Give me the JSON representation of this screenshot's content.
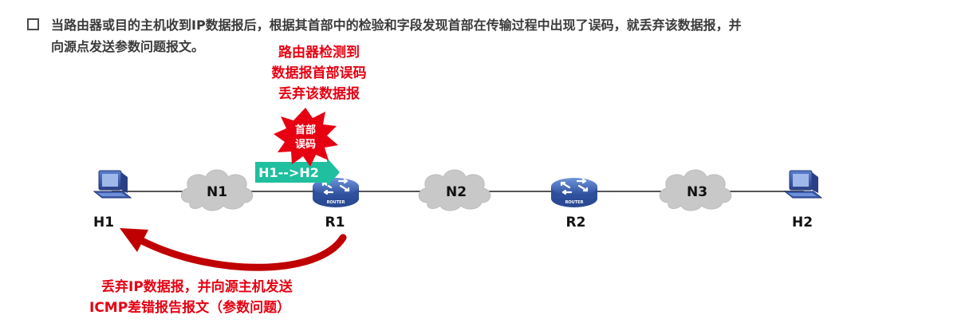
{
  "intro": {
    "line1": "当路由器或目的主机收到IP数据报后，根据其首部中的检验和字段发现首部在传输过程中出现了误码，就丢弃该数据报，并",
    "line2": "向源点发送参数问题报文。"
  },
  "router_note": [
    "路由器检测到",
    "数据报首部误码",
    "丢弃该数据报"
  ],
  "burst": {
    "line1": "首部",
    "line2": "误码"
  },
  "packet_label": "H1-->H2",
  "networks": [
    "N1",
    "N2",
    "N3"
  ],
  "nodes": {
    "h1": "H1",
    "r1": "R1",
    "r2": "R2",
    "h2": "H2"
  },
  "router_badge": "ROUTER",
  "bottom_note": [
    "丢弃IP数据报，并向源主机发送",
    "ICMP差错报告报文（参数问题）"
  ],
  "colors": {
    "accent_red": "#e60012",
    "arrow_dark_red": "#c00000",
    "packet_teal": "#1fbf9f",
    "router_blue": "#3b63b8",
    "cloud_gray": "#c8c8c8"
  }
}
